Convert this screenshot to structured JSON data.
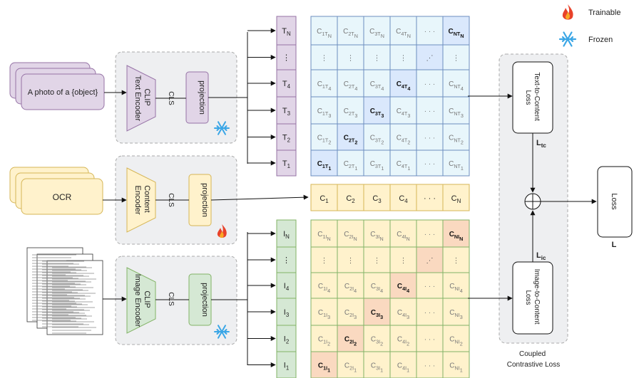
{
  "legend": {
    "trainable": "Trainable",
    "frozen": "Frozen",
    "colors": {
      "trainable_flame": "#e8422a",
      "frozen_snow": "#3aa6e6"
    }
  },
  "inputs": {
    "text_prompt": "A photo of a {object}",
    "ocr": "OCR"
  },
  "text_branch": {
    "encoder": [
      "CLIP",
      "Text Encoder"
    ],
    "cls": "CLS",
    "projection": "projection",
    "state": "frozen"
  },
  "content_branch": {
    "encoder": [
      "Content",
      "Encoder"
    ],
    "cls": "CLS",
    "projection": "projection",
    "state": "trainable"
  },
  "image_branch": {
    "encoder": [
      "CLIP",
      "Image Encoder"
    ],
    "cls": "CLS",
    "projection": "projection",
    "state": "frozen"
  },
  "text_column": [
    "T_N",
    "⋮",
    "T_4",
    "T_3",
    "T_2",
    "T_1"
  ],
  "image_column": [
    "I_N",
    "⋮",
    "I_4",
    "I_3",
    "I_2",
    "I_1"
  ],
  "content_row": [
    "C_1",
    "C_2",
    "C_3",
    "C_4",
    "· · ·",
    "C_N"
  ],
  "text_matrix": [
    [
      "C_1T_N",
      "C_2T_N",
      "C_3T_N",
      "C_4T_N",
      "· · ·",
      "C_NT_N"
    ],
    [
      "⋮",
      "⋮",
      "⋮",
      "⋮",
      "⋰",
      "⋮"
    ],
    [
      "C_1T_4",
      "C_2T_4",
      "C_3T_4",
      "C_4T_4",
      "· · ·",
      "C_NT_4"
    ],
    [
      "C_1T_3",
      "C_2T_3",
      "C_3T_3",
      "C_4T_3",
      "· · ·",
      "C_NT_3"
    ],
    [
      "C_1T_2",
      "C_2T_2",
      "C_3T_2",
      "C_4T_2",
      "· · ·",
      "C_NT_2"
    ],
    [
      "C_1T_1",
      "C_2T_1",
      "C_3T_1",
      "C_4T_1",
      "· · ·",
      "C_NT_1"
    ]
  ],
  "image_matrix": [
    [
      "C_1I_N",
      "C_2I_N",
      "C_3I_N",
      "C_4I_N",
      "· · ·",
      "C_NI_N"
    ],
    [
      "⋮",
      "⋮",
      "⋮",
      "⋮",
      "⋰",
      "⋮"
    ],
    [
      "C_1I_4",
      "C_2I_4",
      "C_3I_4",
      "C_4I_4",
      "· · ·",
      "C_NI_4"
    ],
    [
      "C_1I_3",
      "C_2I_3",
      "C_3I_3",
      "C_4I_3",
      "· · ·",
      "C_NI_3"
    ],
    [
      "C_1I_2",
      "C_2I_2",
      "C_3I_2",
      "C_4I_2",
      "· · ·",
      "C_NI_2"
    ],
    [
      "C_1I_1",
      "C_2I_1",
      "C_3I_1",
      "C_4I_1",
      "· · ·",
      "C_NI_1"
    ]
  ],
  "losses": {
    "text_to_content": [
      "Text-to-Content",
      "Loss"
    ],
    "image_to_content": [
      "Image-to-Content",
      "Loss"
    ],
    "ltc": "L_tc",
    "lic": "L_ic",
    "coupled": [
      "Coupled",
      "Contrastive Loss"
    ],
    "final": "Loss",
    "final_symbol": "L",
    "plus": "+"
  },
  "colors": {
    "text_fill": "#e1d5e7",
    "text_stroke": "#9673a6",
    "content_fill": "#fff2cc",
    "content_stroke": "#d6b656",
    "image_fill": "#d5e8d4",
    "image_stroke": "#82b366",
    "text_matrix_fill": "#e8f6fb",
    "text_diag_fill": "#dae8fc",
    "image_matrix_fill": "#fff2cc",
    "image_diag_fill": "#fad9c0",
    "panel_fill": "#eeeff1",
    "panel_stroke": "#aaaaaa"
  }
}
